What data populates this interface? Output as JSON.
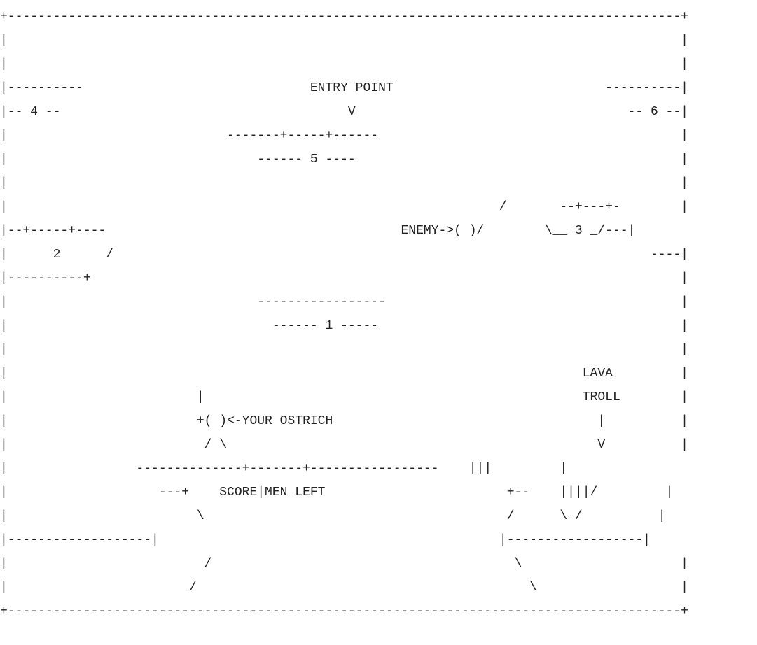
{
  "game": {
    "title": "Joust",
    "screen_rows": [
      "+-----------------------------------------------------------------------------------------+",
      "|                                                                                         |",
      "|                                                                                         |",
      "|----------                              ENTRY POINT                            ----------|",
      "|-- 4 --                                      V                                    -- 6 --|",
      "|                             -------+-----+------                                        |",
      "|                                 ------ 5 ----                                           |",
      "|                                                                                         |",
      "|                                                                 /       --+---+-        |",
      "|--+-----+----                                       ENEMY->( )/        \\__ 3 _/---|",
      "|      2      /                                                                       ----|",
      "|----------+                                                                              |",
      "|                                 -----------------                                       |",
      "|                                   ------ 1 -----                                        |",
      "|                                                                                         |",
      "|                                                                            LAVA         |",
      "|                         |                                                  TROLL        |",
      "|                         +( )<-YOUR OSTRICH                                   |          |",
      "|                          / \\                                                 V          |",
      "|                 --------------+-------+-----------------    |||         |",
      "|                    ---+    SCORE|MEN LEFT                        +--    ||||/         |",
      "|                         \\                                        /      \\ /          |",
      "|-------------------|                                             |------------------|",
      "|                          /                                        \\                     |",
      "|                        /                                            \\                   |",
      "+-----------------------------------------------------------------------------------------+"
    ]
  }
}
